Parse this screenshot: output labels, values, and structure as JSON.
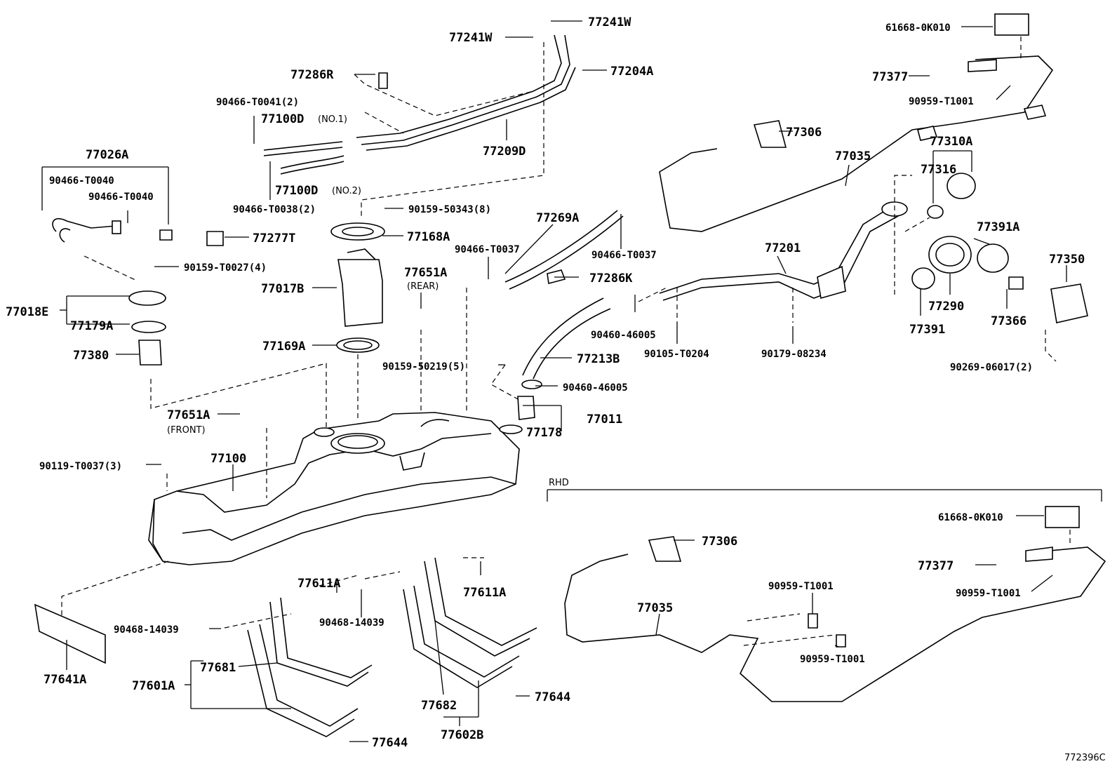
{
  "labels": {
    "p77241w_a": "77241W",
    "p77241w_b": "77241W",
    "p77204a": "77204A",
    "p77286r": "77286R",
    "p90466_t0041": "90466-T0041(2)",
    "p77100d_1": "77100D",
    "p77100d_1_sub": "(NO.1)",
    "p77209d": "77209D",
    "p77026a": "77026A",
    "p90466_t0040_a": "90466-T0040",
    "p90466_t0040_b": "90466-T0040",
    "p77100d_2": "77100D",
    "p77100d_2_sub": "(NO.2)",
    "p90466_t0038": "90466-T0038(2)",
    "p90159_50343": "90159-50343(8)",
    "p77168a": "77168A",
    "p77277t": "77277T",
    "p90159_t0027": "90159-T0027(4)",
    "p77017b": "77017B",
    "p77018e": "77018E",
    "p77179a": "77179A",
    "p77380": "77380",
    "p77169a": "77169A",
    "p77651a_rear": "77651A",
    "p77651a_rear_sub": "(REAR)",
    "p90159_50219": "90159-50219(5)",
    "p77651a_front": "77651A",
    "p77651a_front_sub": "(FRONT)",
    "p90119_t0037": "90119-T0037(3)",
    "p77100": "77100",
    "p77269a": "77269A",
    "p90466_t0037_a": "90466-T0037",
    "p90466_t0037_b": "90466-T0037",
    "p77286k": "77286K",
    "p77213b": "77213B",
    "p90460_46005_a": "90460-46005",
    "p90460_46005_b": "90460-46005",
    "p77011": "77011",
    "p77178": "77178",
    "p77201": "77201",
    "p90105_t0204": "90105-T0204",
    "p90179_08234": "90179-08234",
    "p77306": "77306",
    "p77035": "77035",
    "p61668": "61668-0K010",
    "p77377": "77377",
    "p90959_t1001": "90959-T1001",
    "p77310a": "77310A",
    "p77316": "77316",
    "p77391a": "77391A",
    "p77350": "77350",
    "p77290": "77290",
    "p77391": "77391",
    "p77366": "77366",
    "p90269_06017": "90269-06017(2)",
    "p77611a_l": "77611A",
    "p77611a_r": "77611A",
    "p90468_14039_l": "90468-14039",
    "p90468_14039_r": "90468-14039",
    "p77641a": "77641A",
    "p77681": "77681",
    "p77601a": "77601A",
    "p77644_r": "77644",
    "p77644_l": "77644",
    "p77682": "77682",
    "p77602b": "77602B",
    "rhd": "RHD",
    "rhd_61668": "61668-0K010",
    "rhd_77306": "77306",
    "rhd_77377": "77377",
    "rhd_90959_a": "90959-T1001",
    "rhd_90959_b": "90959-T1001",
    "rhd_77035": "77035",
    "rhd_90959_c": "90959-T1001",
    "code": "772396C"
  }
}
